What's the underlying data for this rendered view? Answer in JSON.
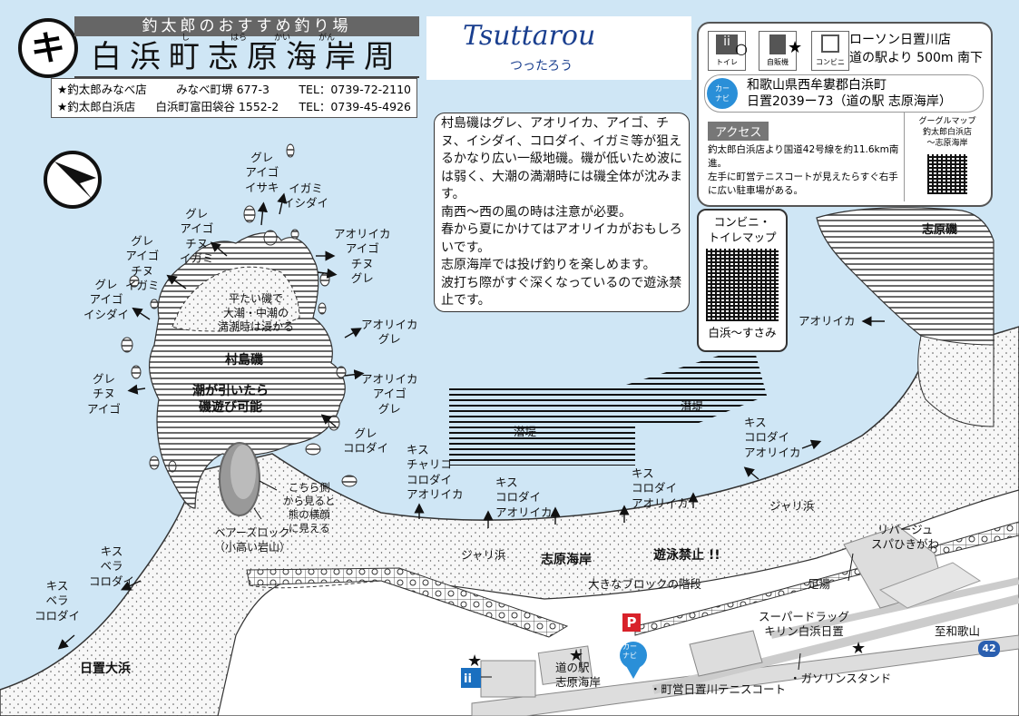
{
  "title_bar": "釣太郎のおすすめ釣り場",
  "title_main": "白浜町志原海岸周辺",
  "title_letter": "キ",
  "furigana": [
    "し",
    "はら",
    "かい",
    "がん"
  ],
  "shops": [
    {
      "name": "★釣太郎みなべ店",
      "address": "みなべ町堺 677-3",
      "tel": "TEL：0739-72-2110"
    },
    {
      "name": "★釣太郎白浜店",
      "address": "白浜町富田袋谷 1552-2",
      "tel": "TEL：0739-45-4926"
    }
  ],
  "logo": {
    "main": "Tsuttarou",
    "sub": "つったろう"
  },
  "facilities": {
    "toilet_label": "トイレ",
    "toilet_mark": "○",
    "vending_label": "自販機",
    "vending_mark": "★",
    "conveni_label": "コンビニ",
    "conveni_text_1": "ローソン日置川店",
    "conveni_text_2": "道の駅より 500m 南下"
  },
  "car_navi": {
    "badge": "カー\nナビ",
    "line1": "和歌山県西牟婁郡白浜町",
    "line2": "日置2039ー73（道の駅 志原海岸）"
  },
  "access": {
    "heading": "アクセス",
    "text": "釣太郎白浜店より国道42号線を約11.6km南進。\n左手に町営テニスコートが見えたらすぐ右手に広い駐車場がある。"
  },
  "google_map": {
    "label": "グーグルマップ\n釣太郎白浜店\n～志原海岸"
  },
  "description": "村島磯はグレ、アオリイカ、アイゴ、チヌ、イシダイ、コロダイ、イガミ等が狙えるかなり広い一級地磯。磯が低いため波には弱く、大潮の満潮時には磯全体が沈みます。\n南西～西の風の時は注意が必要。\n春から夏にかけてはアオリイカがおもしろいです。\n志原海岸では投げ釣りを楽しめます。\n波打ち際がすぐ深くなっているので遊泳禁止です。",
  "conveni_map": {
    "title": "コンビニ・\nトイレマップ",
    "caption": "白浜～すさみ"
  },
  "places": {
    "murashima": "村島磯",
    "shiohara_iso": "志原磯",
    "shiohara_kaigan": "志原海岸",
    "hiki_ohama": "日置大浜",
    "sentei_1": "潜堤",
    "sentei_2": "潜堤",
    "jari_1": "ジャリ浜",
    "jari_2": "ジャリ浜",
    "swim_ban": "遊泳禁止 !!",
    "tide_play": "潮が引いたら\n磯遊び可能",
    "flat_rock": "平たい磯で\n大潮・中潮の\n満潮時は浸かる",
    "bear_note": "こちら側\nから見ると\n熊の横顔\nに見える",
    "bear_rock": "ベアーズロック\n（小高い岩山）",
    "big_block": "大きなブロックの階段",
    "ashiyu": "足湯",
    "riverage": "リバージュ\nスパひきがわ",
    "drugstore": "スーパードラッグ\nキリン白浜日置",
    "michinoeki": "道の駅\n志原海岸",
    "tennis": "・町営日置川テニスコート",
    "gas": "・ガソリンスタンド",
    "wakayama": "至和歌山",
    "route": "42",
    "parking": "P"
  },
  "fish_labels": [
    {
      "id": "f1",
      "text": "グレ\nアイゴ\nイサキ"
    },
    {
      "id": "f2",
      "text": "イガミ\nイシダイ"
    },
    {
      "id": "f3",
      "text": "グレ\nアイゴ\nチヌ\nイガミ"
    },
    {
      "id": "f4",
      "text": "グレ\nアイゴ\nチヌ\nイガミ"
    },
    {
      "id": "f5",
      "text": "グレ\nアイゴ\nイシダイ"
    },
    {
      "id": "f6",
      "text": "アオリイカ\nアイゴ\nチヌ\nグレ"
    },
    {
      "id": "f7",
      "text": "アオリイカ\nグレ"
    },
    {
      "id": "f8",
      "text": "アオリイカ\nアイゴ\nグレ"
    },
    {
      "id": "f9",
      "text": "グレ\nチヌ\nアイゴ"
    },
    {
      "id": "f10",
      "text": "グレ\nコロダイ"
    },
    {
      "id": "f11",
      "text": "キス\nチャリコ\nコロダイ\nアオリイカ"
    },
    {
      "id": "f12",
      "text": "キス\nコロダイ\nアオリイカ"
    },
    {
      "id": "f13",
      "text": "キス\nコロダイ\nアオリイカ"
    },
    {
      "id": "f14",
      "text": "キス\nコロダイ\nアオリイカ"
    },
    {
      "id": "f15",
      "text": "キス\nベラ\nコロダイ"
    },
    {
      "id": "f16",
      "text": "キス\nベラ\nコロダイ"
    },
    {
      "id": "f17",
      "text": "アオリイカ"
    }
  ]
}
